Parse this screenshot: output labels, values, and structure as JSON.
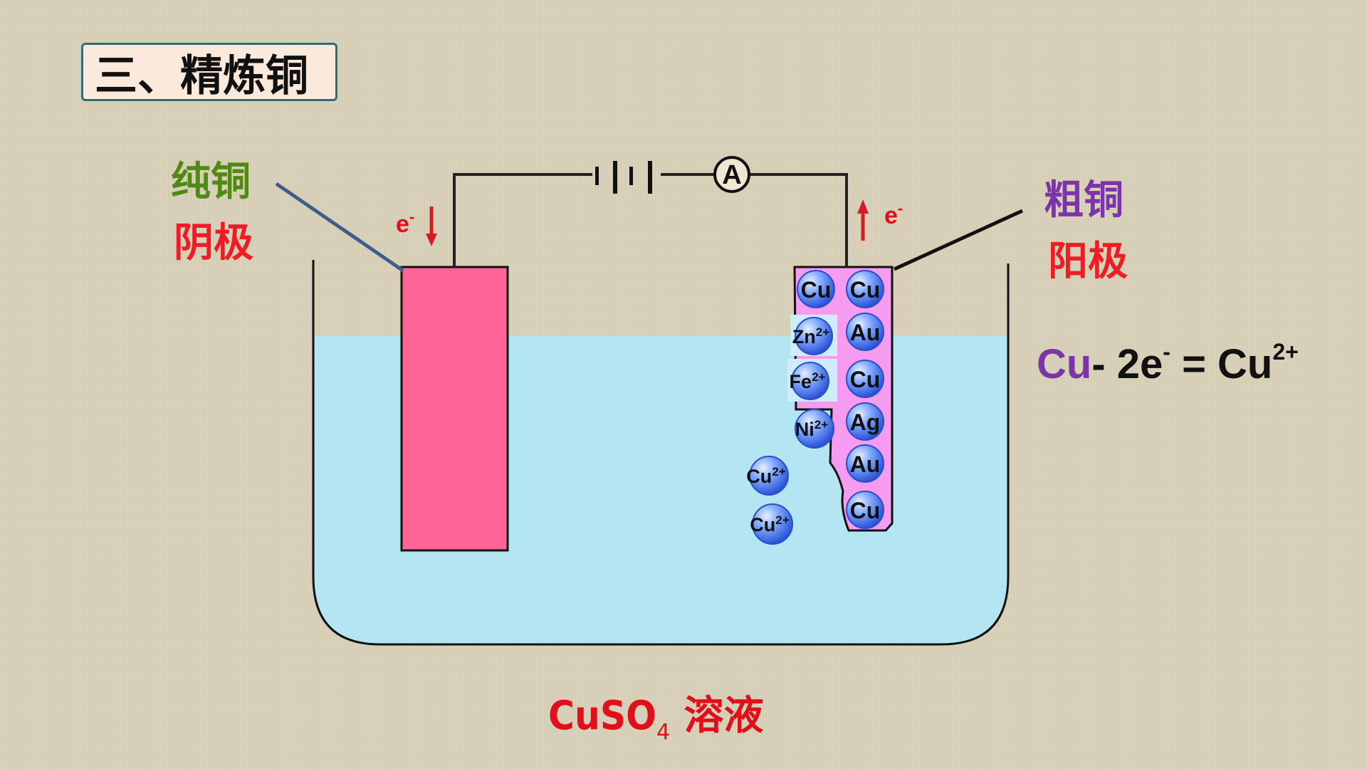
{
  "title": "三、精炼铜",
  "cathode": {
    "material": "纯铜",
    "role": "阴极"
  },
  "anode": {
    "material": "粗铜",
    "role": "阳极"
  },
  "electron_label": "e",
  "electron_charge": "-",
  "ammeter_symbol": "A",
  "equation": {
    "reactant": "Cu",
    "loss": "- 2e",
    "loss_charge": "-",
    "product": "= Cu",
    "product_charge": "2+"
  },
  "solution": {
    "formula_main": "CuSO",
    "formula_sub": "4",
    "name": "溶液"
  },
  "anode_atoms": [
    "Cu",
    "Cu",
    "Au",
    "Cu",
    "Ag",
    "Au",
    "Cu"
  ],
  "ions": [
    {
      "symbol": "Zn",
      "charge": "2+"
    },
    {
      "symbol": "Fe",
      "charge": "2+"
    },
    {
      "symbol": "Ni",
      "charge": "2+"
    },
    {
      "symbol": "Cu",
      "charge": "2+"
    },
    {
      "symbol": "Cu",
      "charge": "2+"
    }
  ],
  "colors": {
    "cathode": "#ff6496",
    "anode": "#f59cf0",
    "solution": "#b3e6f2",
    "sphere": "#3f6fe8",
    "cathode_label": "#4f8a14",
    "role_label": "#ee1c25",
    "anode_label": "#7b35a8",
    "arrow": "#d91c24"
  }
}
